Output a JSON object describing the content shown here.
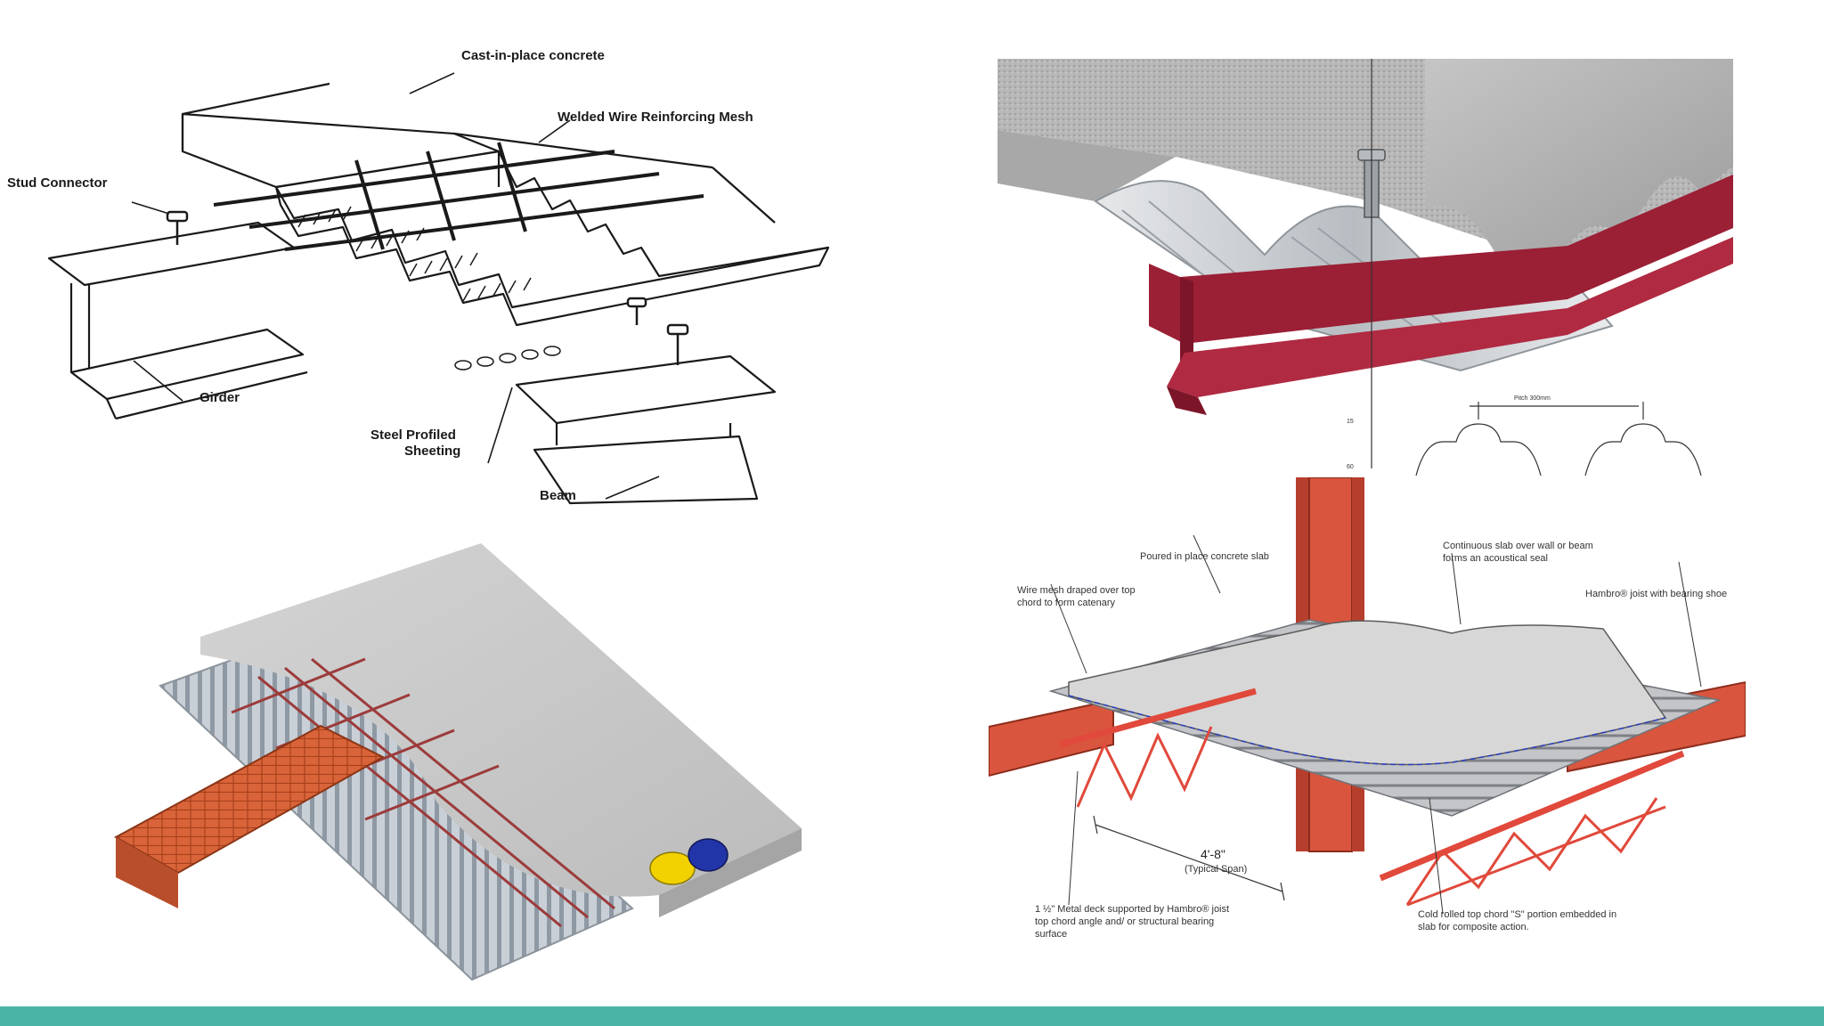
{
  "panel1": {
    "labels": {
      "cast_in_place": "Cast-in-place concrete",
      "welded_mesh": "Welded Wire Reinforcing Mesh",
      "stud_connector": "Stud Connector",
      "girder": "Girder",
      "steel_sheeting_1": "Steel Profiled",
      "steel_sheeting_2": "Sheeting",
      "beam": "Beam"
    }
  },
  "panel2": {
    "dimension_label": "Pitch 300mm",
    "dim_a": "15",
    "dim_b": "60"
  },
  "panel4": {
    "labels": {
      "poured_slab": "Poured in place concrete slab",
      "continuous_slab": "Continuous slab over wall or beam forms an acoustical seal",
      "wire_mesh": "Wire mesh draped over top chord to form catenary",
      "hambro_joist": "Hambro® joist with bearing shoe",
      "span_value": "4'-8\"",
      "span_note": "(Typical Span)",
      "metal_deck": "1 ½\" Metal deck supported by Hambro® joist top chord angle and/ or structural bearing surface",
      "cold_rolled": "Cold rolled top chord \"S\" portion embedded in slab for composite action."
    }
  },
  "colors": {
    "accent_bar": "#4ab5a6",
    "steel_red": "#9b1f35",
    "joist_red": "#e0493b",
    "concrete": "#c9c9c9",
    "deck_grey": "#b9bdc3",
    "brick": "#d9643a"
  }
}
